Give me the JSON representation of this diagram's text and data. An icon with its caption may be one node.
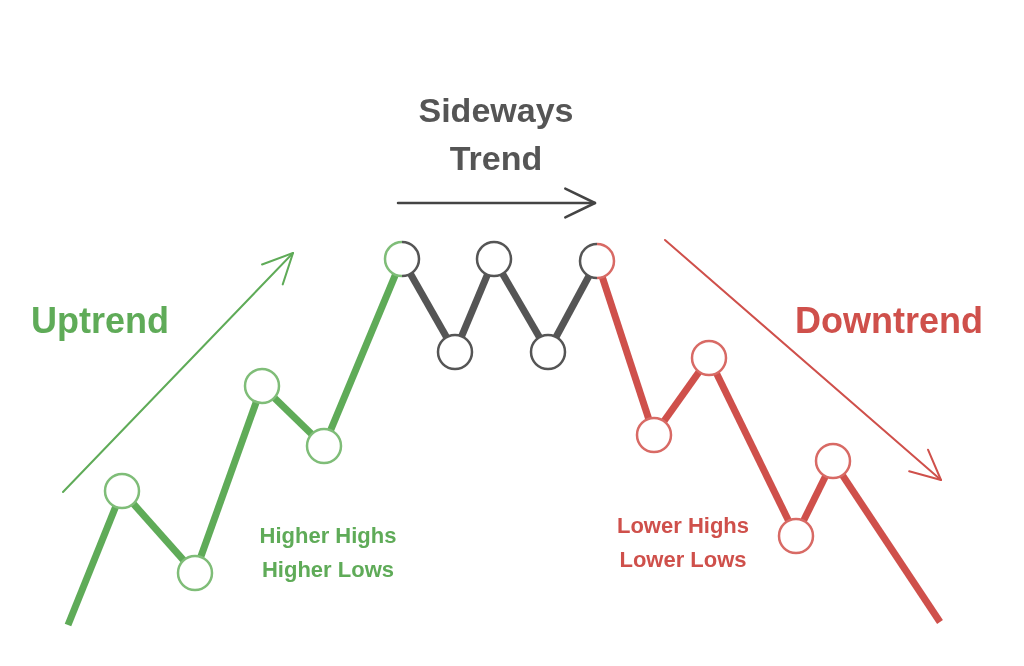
{
  "diagram": {
    "nodes": [
      {
        "text": [],
        "shape": "circle"
      },
      {
        "text": [],
        "shape": "circle"
      },
      {
        "text": [],
        "shape": "circle"
      },
      {
        "text": [],
        "shape": "circle"
      },
      {
        "text": [],
        "shape": "circle"
      },
      {
        "text": [],
        "shape": "circle"
      },
      {
        "text": [],
        "shape": "circle"
      },
      {
        "text": [],
        "shape": "circle"
      },
      {
        "text": [],
        "shape": "circle"
      },
      {
        "text": [],
        "shape": "circle"
      },
      {
        "text": [],
        "shape": "circle"
      },
      {
        "text": [],
        "shape": "circle"
      },
      {
        "text": [],
        "shape": "circle"
      }
    ],
    "edges": [
      {
        "from": null,
        "to": 0,
        "arrow": "none",
        "color": "#5fab58"
      },
      {
        "from": 0,
        "to": 1,
        "arrow": "none",
        "color": "#5fab58"
      },
      {
        "from": 1,
        "to": 2,
        "arrow": "none",
        "color": "#5fab58"
      },
      {
        "from": 2,
        "to": 3,
        "arrow": "none",
        "color": "#5fab58"
      },
      {
        "from": 3,
        "to": 4,
        "arrow": "none",
        "color": "#5fab58"
      },
      {
        "from": 4,
        "to": 5,
        "arrow": "none",
        "color": "#555555"
      },
      {
        "from": 5,
        "to": 6,
        "arrow": "none",
        "color": "#555555"
      },
      {
        "from": 6,
        "to": 7,
        "arrow": "none",
        "color": "#555555"
      },
      {
        "from": 7,
        "to": 8,
        "arrow": "none",
        "color": "#555555"
      },
      {
        "from": 8,
        "to": 9,
        "arrow": "none",
        "color": "#cf504b"
      },
      {
        "from": 9,
        "to": 10,
        "arrow": "none",
        "color": "#cf504b"
      },
      {
        "from": 10,
        "to": 11,
        "arrow": "none",
        "color": "#cf504b"
      },
      {
        "from": 11,
        "to": 12,
        "arrow": "none",
        "color": "#cf504b"
      },
      {
        "from": 12,
        "to": null,
        "arrow": "none",
        "color": "#cf504b"
      }
    ],
    "labels": [
      "Sideways Trend",
      "Uptrend",
      "Downtrend",
      "Higher Highs Higher Lows",
      "Lower Highs Lower Lows"
    ]
  }
}
